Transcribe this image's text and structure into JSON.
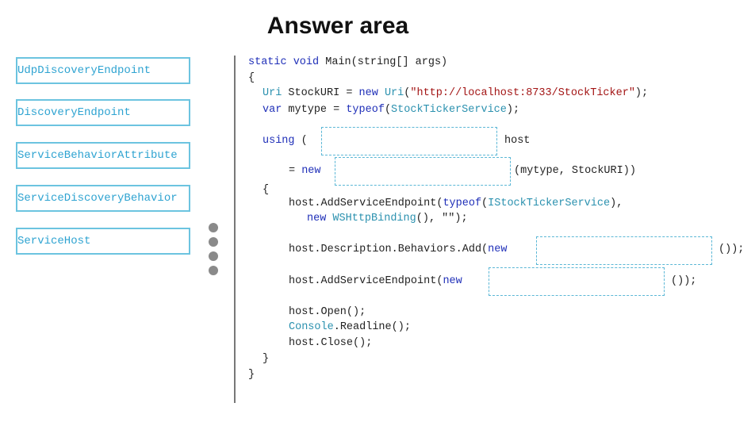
{
  "title": "Answer area",
  "options": [
    "UdpDiscoveryEndpoint",
    "DiscoveryEndpoint",
    "ServiceBehaviorAttribute",
    "ServiceDiscoveryBehavior",
    "ServiceHost"
  ],
  "code": {
    "l1a": "static void",
    "l1b": " Main(string[] args)",
    "open": "{",
    "close": "}",
    "l3a": "Uri",
    "l3b": " StockURI = ",
    "l3c": "new",
    "l3d": " ",
    "l3e": "Uri",
    "l3f": "(",
    "l3g": "\"http://localhost:8733/StockTicker\"",
    "l3h": ");",
    "l4a": "var",
    "l4b": " mytype = ",
    "l4c": "typeof",
    "l4d": "(",
    "l4e": "StockTickerService",
    "l4f": ");",
    "l5a": "using",
    "l5b": " (",
    "l5c": "host",
    "l6a": "= ",
    "l6b": "new",
    "l6c": "(mytype, StockURI))",
    "l8a": "host.AddServiceEndpoint(",
    "l8b": "typeof",
    "l8c": "(",
    "l8d": "IStockTickerService",
    "l8e": "),",
    "l9a": "new",
    "l9b": " ",
    "l9c": "WSHttpBinding",
    "l9d": "(), \"\");",
    "l10a": "host.Description.Behaviors.Add(",
    "l10b": "new",
    "l10c": "());",
    "l11a": "host.AddServiceEndpoint(",
    "l11b": "new",
    "l11c": "());",
    "l12": "host.Open();",
    "l13a": "Console",
    "l13b": ".Readline();",
    "l14": "host.Close();"
  }
}
